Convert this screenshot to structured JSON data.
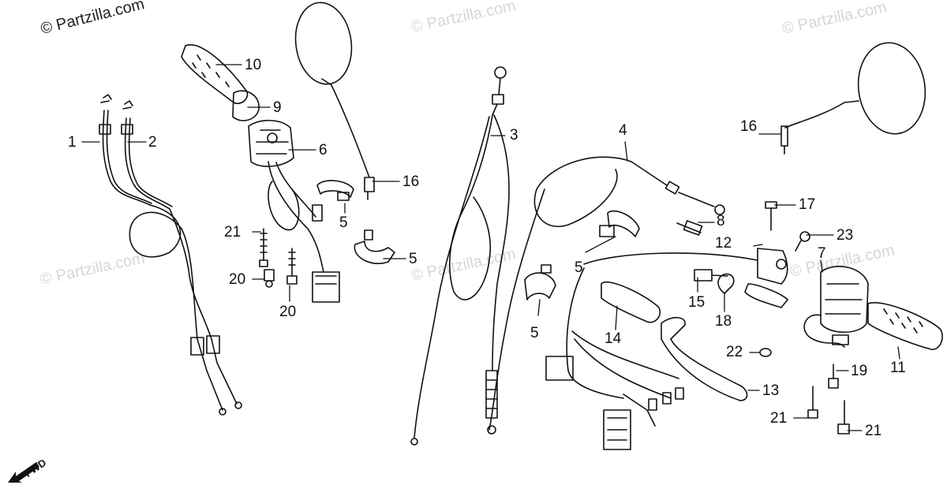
{
  "watermarks": {
    "main": "© Partzilla.com",
    "faint": "© Partzilla.com"
  },
  "direction_label": "FWD",
  "callouts": {
    "c1": "1",
    "c2": "2",
    "c3": "3",
    "c4": "4",
    "c5a": "5",
    "c5b": "5",
    "c5c": "5",
    "c5d": "5",
    "c6": "6",
    "c7": "7",
    "c8": "8",
    "c9": "9",
    "c10": "10",
    "c11": "11",
    "c12": "12",
    "c13": "13",
    "c14": "14",
    "c15": "15",
    "c16a": "16",
    "c16b": "16",
    "c17": "17",
    "c18": "18",
    "c19": "19",
    "c20a": "20",
    "c20b": "20",
    "c21a": "21",
    "c21b": "21",
    "c21c": "21",
    "c22": "22",
    "c23": "23"
  }
}
